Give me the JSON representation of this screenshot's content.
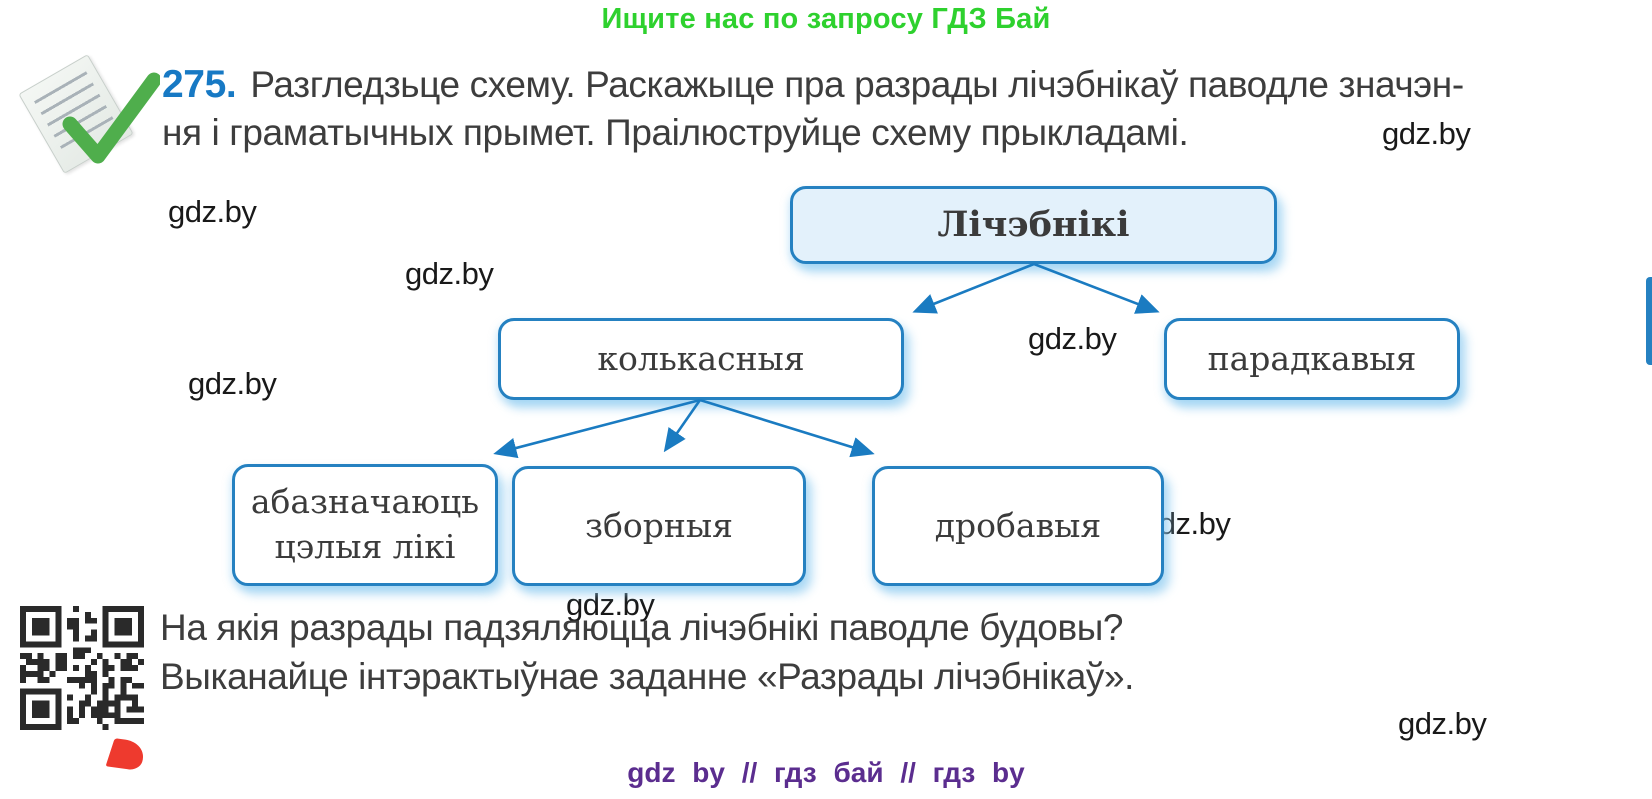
{
  "colors": {
    "header-green": "#2ed12e",
    "number-blue": "#1779c4",
    "box-border-blue": "#2581c1",
    "box-fill-light": "#e3f1fb",
    "arrow-blue": "#1a7bc1",
    "text-dark": "#3d3d3d",
    "watermark-black": "#191919",
    "footer-purple": "#5b2d8f",
    "logo-red": "#ee3a2e",
    "check-green": "#4fae4c"
  },
  "page": {
    "header_text": "Ищите нас по запросу ГДЗ Бай",
    "watermark": "gdz.by",
    "footer_text": "gdz by // гдз бай // гдз by"
  },
  "exercise": {
    "number": "275.",
    "line1": "Разгледзьце схему. Раскажыце пра разрады лічэбнікаў паводле значэн-",
    "line2": "ня і граматычных прымет. Праілюструйце схему прыкладамі."
  },
  "diagram": {
    "root_label": "Лічэбнікі",
    "level2": [
      {
        "label": "колькасныя"
      },
      {
        "label": "парадкавыя"
      }
    ],
    "level3": [
      {
        "label": "абазначаюць цэлыя лікі"
      },
      {
        "label": "зборныя"
      },
      {
        "label": "дробавыя"
      }
    ]
  },
  "questions": {
    "line1": "На якія разрады падзяляюцца лічэбнікі паводле будовы?",
    "line2": "Выканайце інтэрактыўнае заданне «Разрады лічэбнікаў»."
  },
  "icons": {
    "task": "task-check-icon",
    "qr": "qr-code",
    "logo": "red-logo-mark"
  }
}
